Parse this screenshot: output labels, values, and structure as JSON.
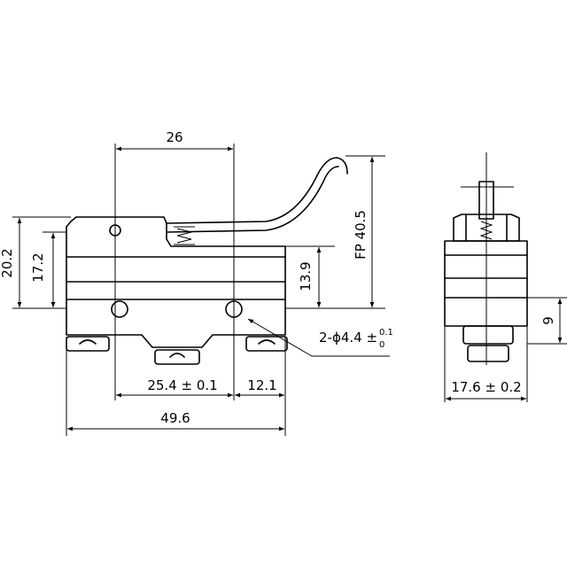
{
  "dimensions": {
    "top_width": "26",
    "height_left_outer": "20.2",
    "height_left_inner": "17.2",
    "height_mid": "13.9",
    "free_position": "FP 40.5",
    "hole_spacing": "25.4 ± 0.1",
    "hole_to_edge": "12.1",
    "overall_length": "49.6",
    "hole_spec_prefix": "2-ϕ4.4 ±",
    "hole_tol_upper": "0.1",
    "hole_tol_lower": "0",
    "side_height": "9",
    "side_width": "17.6 ± 0.2"
  }
}
